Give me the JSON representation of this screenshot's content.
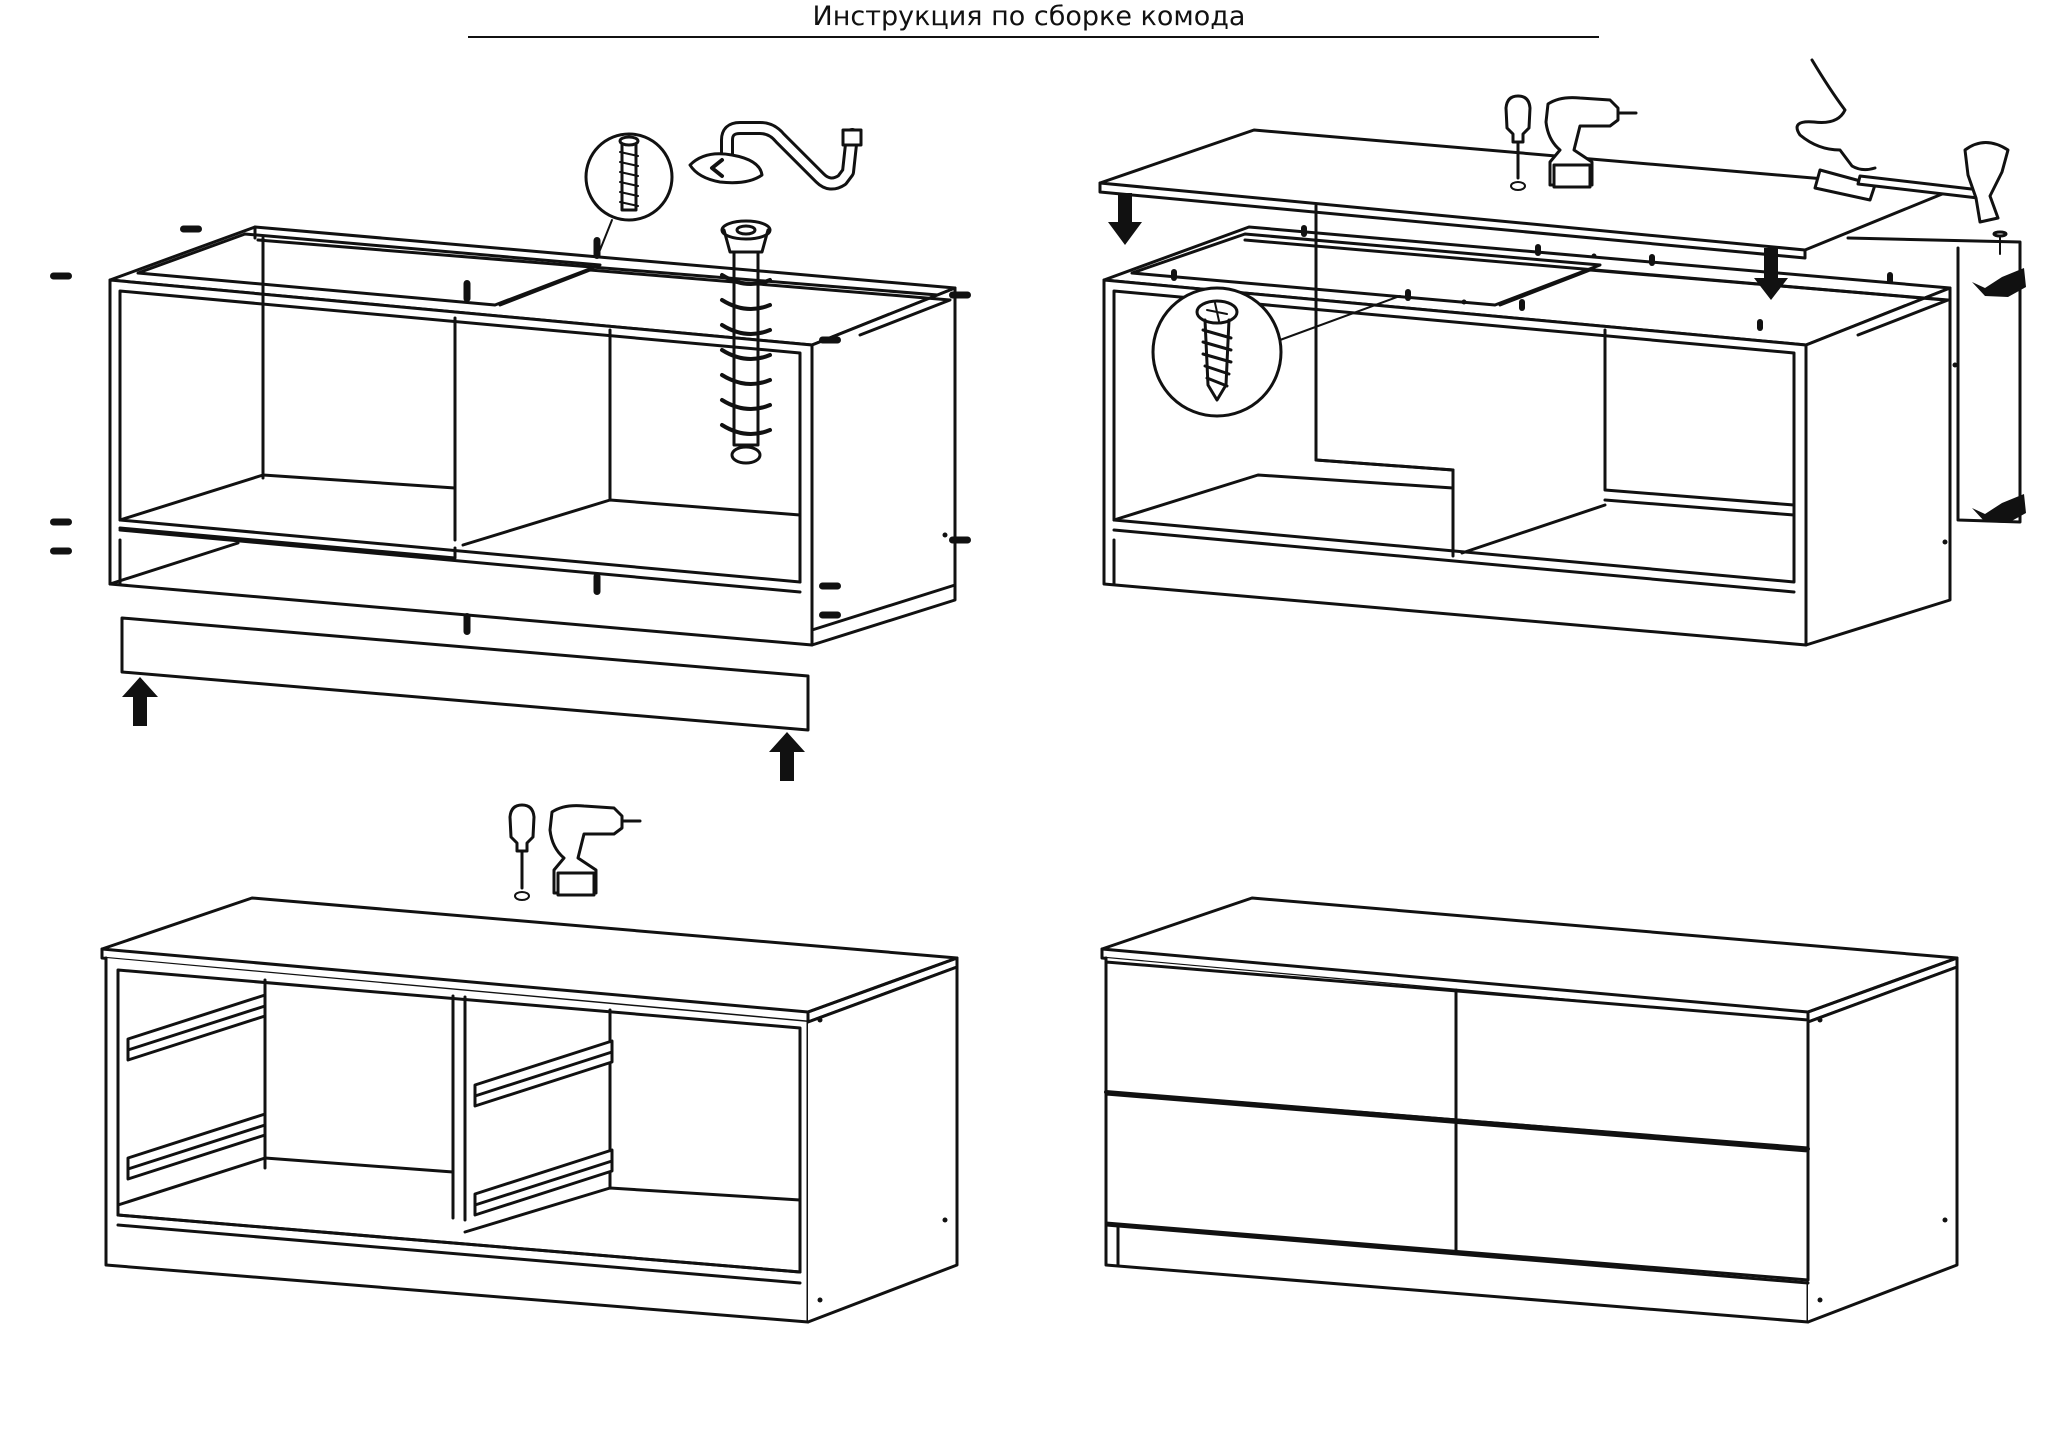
{
  "document": {
    "title": "Инструкция по сборке комода"
  },
  "steps": [
    {
      "id": "step-1",
      "content": "cabinet frame, bottom plinth board, cam bolts, dowels and hex key"
    },
    {
      "id": "step-2",
      "content": "top panel and back panel attached with screws, screwdriver, drill and hammer"
    },
    {
      "id": "step-3",
      "content": "assembled carcass with drawer runners, screwdriver and drill"
    },
    {
      "id": "step-4",
      "content": "finished chest with four drawers"
    }
  ],
  "icons": [
    "hex-key-icon",
    "screwdriver-icon",
    "drill-icon",
    "hammer-icon",
    "hand-icon",
    "screw-detail-icon",
    "cam-bolt-icon",
    "arrow-icon",
    "nail-icon"
  ]
}
